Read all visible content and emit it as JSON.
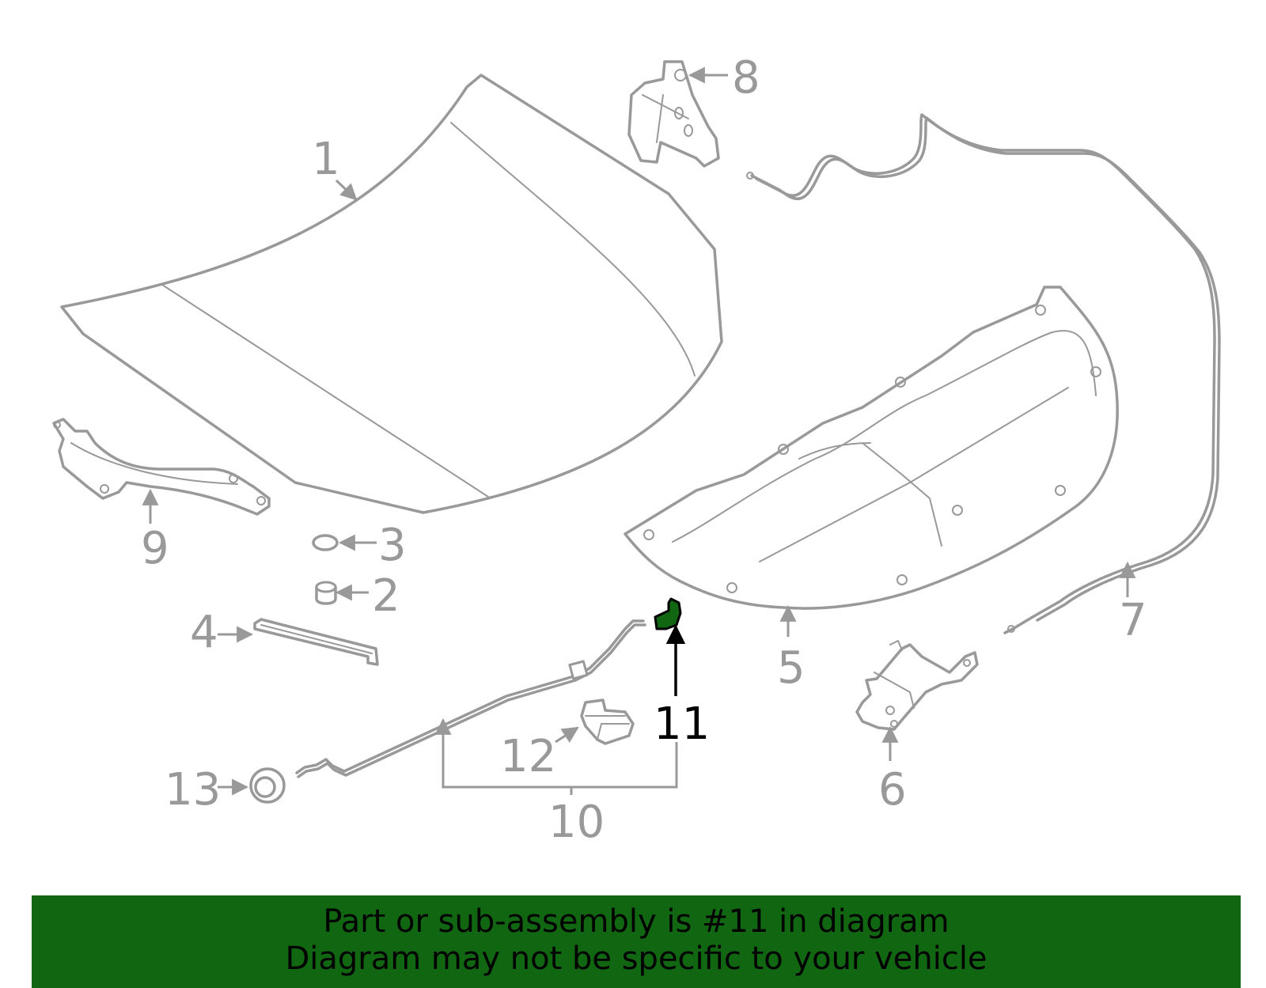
{
  "diagram": {
    "highlight_color": "#116611",
    "callouts": [
      {
        "id": "1",
        "label": "1"
      },
      {
        "id": "2",
        "label": "2"
      },
      {
        "id": "3",
        "label": "3"
      },
      {
        "id": "4",
        "label": "4"
      },
      {
        "id": "5",
        "label": "5"
      },
      {
        "id": "6",
        "label": "6"
      },
      {
        "id": "7",
        "label": "7"
      },
      {
        "id": "8",
        "label": "8"
      },
      {
        "id": "9",
        "label": "9"
      },
      {
        "id": "10",
        "label": "10"
      },
      {
        "id": "11",
        "label": "11",
        "highlighted": true
      },
      {
        "id": "12",
        "label": "12"
      },
      {
        "id": "13",
        "label": "13"
      }
    ]
  },
  "banner": {
    "line1": "Part or sub-assembly is #11 in diagram",
    "line2": "Diagram may not be specific to your vehicle",
    "background": "#116611"
  }
}
